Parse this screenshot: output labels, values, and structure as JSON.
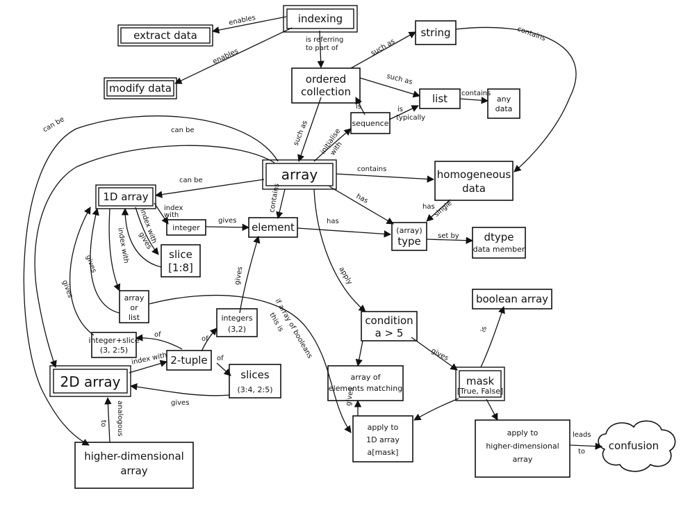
{
  "nodes": {
    "indexing": "indexing",
    "extract_data": "extract data",
    "modify_data": "modify data",
    "ordered_collection": [
      "ordered",
      "collection"
    ],
    "string": "string",
    "list": "list",
    "any_data": [
      "any",
      "data"
    ],
    "sequence": "sequence",
    "array": "array",
    "homogeneous_data": [
      "homogeneous",
      "data"
    ],
    "array_1d": "1D array",
    "integer": "integer",
    "element": "element",
    "array_type": [
      "(array)",
      "type"
    ],
    "dtype": [
      "dtype",
      "data member"
    ],
    "slice": [
      "slice",
      "[1:8]"
    ],
    "array_or_list": [
      "array",
      "or",
      "list"
    ],
    "integers": [
      "integers",
      "(3,2)"
    ],
    "integer_slice": [
      "integer+slice",
      "(3, 2:5)"
    ],
    "two_tuple": "2-tuple",
    "slices": [
      "slices",
      "(3:4, 2:5)"
    ],
    "array_2d": "2D array",
    "higher_dimensional_array": [
      "higher-dimensional",
      "array"
    ],
    "condition": [
      "condition",
      "a > 5"
    ],
    "boolean_array": "boolean array",
    "array_of_elements_matching": [
      "array of",
      "elements matching"
    ],
    "mask": [
      "mask",
      "[True, False]"
    ],
    "apply_to_1d_array": [
      "apply to",
      "1D array",
      "a[mask]"
    ],
    "apply_to_higher_dimensional_array": [
      "apply to",
      "higher-dimensional",
      "array"
    ],
    "confusion": "confusion"
  },
  "edges": {
    "enables_extract": "enables",
    "enables_modify": "enables",
    "is_referring_to_part_of": [
      "is referring",
      "to part of"
    ],
    "such_as_string": "such as",
    "such_as_list": "such as",
    "contains_homogeneous_from_string": "contains",
    "contains_any_data": "contains",
    "is_typically": [
      "is",
      "typically"
    ],
    "sequence_is": "is",
    "such_as_array": "such as",
    "initialise_with": [
      "initialise",
      "with"
    ],
    "can_be_higher": "can be",
    "can_be_2d": "can be",
    "can_be_1d": "can be",
    "contains_homogeneous": "contains",
    "has_type": "has",
    "contains_element": "contains",
    "has_single": [
      "has",
      "single"
    ],
    "element_has_type": "has",
    "set_by": "set by",
    "index_with_integer": [
      "index",
      "with"
    ],
    "gives_element": "gives",
    "index_with_slice": [
      "index with"
    ],
    "gives_slice": "gives",
    "index_with_array": "index with",
    "gives_1d_from_array": "gives",
    "gives_1d_from_intslice": "gives",
    "gives_element_from_integers": "gives",
    "of_integer_slice": "of",
    "of_integers": "of",
    "of_slices": "of",
    "index_with_2tuple": "index with",
    "gives_2d": "gives",
    "analogous_to": [
      "analogous",
      "to"
    ],
    "if_array_of_booleans": [
      "if array of booleans",
      "this is"
    ],
    "apply": "apply",
    "gives_mask": "gives",
    "is_boolean": "is",
    "gives_matching": "gives",
    "leads_to": [
      "leads",
      "to"
    ]
  }
}
